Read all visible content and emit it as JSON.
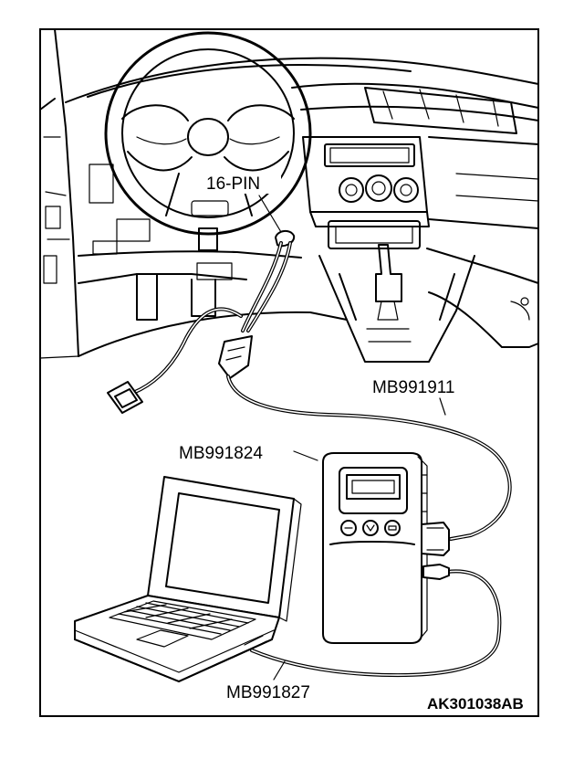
{
  "labels": {
    "connector": "16-PIN",
    "cable_main": "MB991911",
    "vci": "MB991824",
    "usb_cable": "MB991827"
  },
  "figure_code": "AK301038AB"
}
